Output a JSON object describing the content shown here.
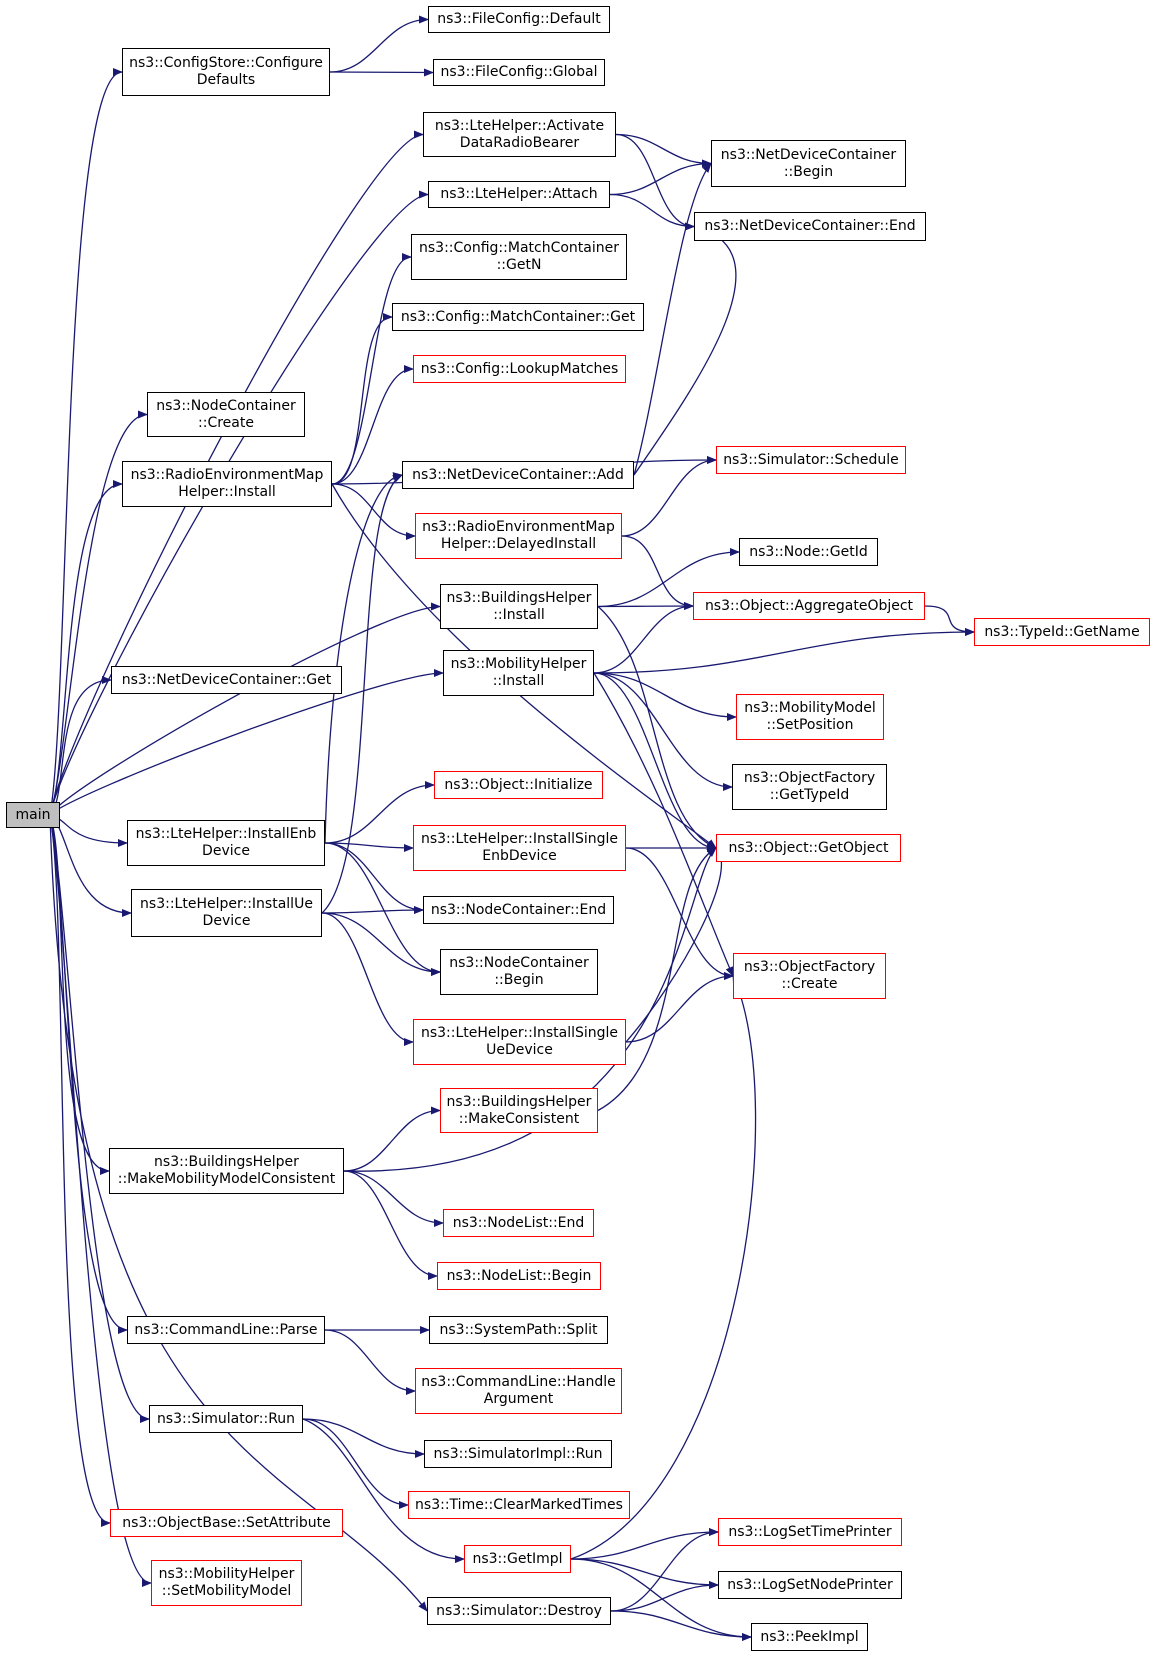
{
  "diagram": {
    "colors": {
      "edge": "#191970",
      "node_border": "#000000",
      "external_border": "#ff0000",
      "root_fill": "#bfbfbf"
    },
    "nodes": [
      {
        "id": "main",
        "lines": [
          "main"
        ],
        "kind": "root"
      },
      {
        "id": "cs_cfg",
        "lines": [
          "ns3::ConfigStore::Configure",
          "Defaults"
        ],
        "kind": "normal"
      },
      {
        "id": "fc_def",
        "lines": [
          "ns3::FileConfig::Default"
        ],
        "kind": "normal"
      },
      {
        "id": "fc_glob",
        "lines": [
          "ns3::FileConfig::Global"
        ],
        "kind": "normal"
      },
      {
        "id": "lte_adrb",
        "lines": [
          "ns3::LteHelper::Activate",
          "DataRadioBearer"
        ],
        "kind": "normal"
      },
      {
        "id": "ndc_begin",
        "lines": [
          "ns3::NetDeviceContainer",
          "::Begin"
        ],
        "kind": "normal"
      },
      {
        "id": "lte_attach",
        "lines": [
          "ns3::LteHelper::Attach"
        ],
        "kind": "normal"
      },
      {
        "id": "ndc_end",
        "lines": [
          "ns3::NetDeviceContainer::End"
        ],
        "kind": "normal"
      },
      {
        "id": "mc_getn",
        "lines": [
          "ns3::Config::MatchContainer",
          "::GetN"
        ],
        "kind": "normal"
      },
      {
        "id": "mc_get",
        "lines": [
          "ns3::Config::MatchContainer::Get"
        ],
        "kind": "normal"
      },
      {
        "id": "cfg_lookup",
        "lines": [
          "ns3::Config::LookupMatches"
        ],
        "kind": "external"
      },
      {
        "id": "nc_create",
        "lines": [
          "ns3::NodeContainer",
          "::Create"
        ],
        "kind": "normal"
      },
      {
        "id": "remh_install",
        "lines": [
          "ns3::RadioEnvironmentMap",
          "Helper::Install"
        ],
        "kind": "normal"
      },
      {
        "id": "ndc_add",
        "lines": [
          "ns3::NetDeviceContainer::Add"
        ],
        "kind": "normal"
      },
      {
        "id": "sim_sched",
        "lines": [
          "ns3::Simulator::Schedule"
        ],
        "kind": "external"
      },
      {
        "id": "remh_delayed",
        "lines": [
          "ns3::RadioEnvironmentMap",
          "Helper::DelayedInstall"
        ],
        "kind": "external"
      },
      {
        "id": "node_getid",
        "lines": [
          "ns3::Node::GetId"
        ],
        "kind": "normal"
      },
      {
        "id": "bh_install",
        "lines": [
          "ns3::BuildingsHelper",
          "::Install"
        ],
        "kind": "normal"
      },
      {
        "id": "obj_agg",
        "lines": [
          "ns3::Object::AggregateObject"
        ],
        "kind": "external"
      },
      {
        "id": "tid_getname",
        "lines": [
          "ns3::TypeId::GetName"
        ],
        "kind": "external"
      },
      {
        "id": "ndc_get",
        "lines": [
          "ns3::NetDeviceContainer::Get"
        ],
        "kind": "normal"
      },
      {
        "id": "mh_install",
        "lines": [
          "ns3::MobilityHelper",
          "::Install"
        ],
        "kind": "normal"
      },
      {
        "id": "mm_setpos",
        "lines": [
          "ns3::MobilityModel",
          "::SetPosition"
        ],
        "kind": "external"
      },
      {
        "id": "of_gettid",
        "lines": [
          "ns3::ObjectFactory",
          "::GetTypeId"
        ],
        "kind": "normal"
      },
      {
        "id": "obj_init",
        "lines": [
          "ns3::Object::Initialize"
        ],
        "kind": "external"
      },
      {
        "id": "lte_ienb",
        "lines": [
          "ns3::LteHelper::InstallEnb",
          "Device"
        ],
        "kind": "normal"
      },
      {
        "id": "lte_isenb",
        "lines": [
          "ns3::LteHelper::InstallSingle",
          "EnbDevice"
        ],
        "kind": "external"
      },
      {
        "id": "obj_getobj",
        "lines": [
          "ns3::Object::GetObject"
        ],
        "kind": "external"
      },
      {
        "id": "lte_iue",
        "lines": [
          "ns3::LteHelper::InstallUe",
          "Device"
        ],
        "kind": "normal"
      },
      {
        "id": "nc_end",
        "lines": [
          "ns3::NodeContainer::End"
        ],
        "kind": "normal"
      },
      {
        "id": "nc_begin",
        "lines": [
          "ns3::NodeContainer",
          "::Begin"
        ],
        "kind": "normal"
      },
      {
        "id": "of_create",
        "lines": [
          "ns3::ObjectFactory",
          "::Create"
        ],
        "kind": "external"
      },
      {
        "id": "lte_isue",
        "lines": [
          "ns3::LteHelper::InstallSingle",
          "UeDevice"
        ],
        "kind": "external"
      },
      {
        "id": "bh_makecons",
        "lines": [
          "ns3::BuildingsHelper",
          "::MakeConsistent"
        ],
        "kind": "external"
      },
      {
        "id": "bh_mmmc",
        "lines": [
          "ns3::BuildingsHelper",
          "::MakeMobilityModelConsistent"
        ],
        "kind": "normal"
      },
      {
        "id": "nl_end",
        "lines": [
          "ns3::NodeList::End"
        ],
        "kind": "external"
      },
      {
        "id": "nl_begin",
        "lines": [
          "ns3::NodeList::Begin"
        ],
        "kind": "external"
      },
      {
        "id": "cl_parse",
        "lines": [
          "ns3::CommandLine::Parse"
        ],
        "kind": "normal"
      },
      {
        "id": "sp_split",
        "lines": [
          "ns3::SystemPath::Split"
        ],
        "kind": "normal"
      },
      {
        "id": "cl_handle",
        "lines": [
          "ns3::CommandLine::Handle",
          "Argument"
        ],
        "kind": "external"
      },
      {
        "id": "sim_run",
        "lines": [
          "ns3::Simulator::Run"
        ],
        "kind": "normal"
      },
      {
        "id": "simimpl_run",
        "lines": [
          "ns3::SimulatorImpl::Run"
        ],
        "kind": "normal"
      },
      {
        "id": "time_clear",
        "lines": [
          "ns3::Time::ClearMarkedTimes"
        ],
        "kind": "external"
      },
      {
        "id": "ob_setattr",
        "lines": [
          "ns3::ObjectBase::SetAttribute"
        ],
        "kind": "external"
      },
      {
        "id": "getimpl",
        "lines": [
          "ns3::GetImpl"
        ],
        "kind": "external"
      },
      {
        "id": "log_time",
        "lines": [
          "ns3::LogSetTimePrinter"
        ],
        "kind": "external"
      },
      {
        "id": "mh_setmm",
        "lines": [
          "ns3::MobilityHelper",
          "::SetMobilityModel"
        ],
        "kind": "external"
      },
      {
        "id": "log_node",
        "lines": [
          "ns3::LogSetNodePrinter"
        ],
        "kind": "normal"
      },
      {
        "id": "sim_destroy",
        "lines": [
          "ns3::Simulator::Destroy"
        ],
        "kind": "normal"
      },
      {
        "id": "peekimpl",
        "lines": [
          "ns3::PeekImpl"
        ],
        "kind": "normal"
      }
    ],
    "edges": [
      [
        "main",
        "cs_cfg"
      ],
      [
        "main",
        "lte_adrb"
      ],
      [
        "main",
        "lte_attach"
      ],
      [
        "main",
        "nc_create"
      ],
      [
        "main",
        "remh_install"
      ],
      [
        "main",
        "ndc_get"
      ],
      [
        "main",
        "bh_install"
      ],
      [
        "main",
        "mh_install"
      ],
      [
        "main",
        "lte_ienb"
      ],
      [
        "main",
        "lte_iue"
      ],
      [
        "main",
        "bh_mmmc"
      ],
      [
        "main",
        "cl_parse"
      ],
      [
        "main",
        "sim_run"
      ],
      [
        "main",
        "ob_setattr"
      ],
      [
        "main",
        "mh_setmm"
      ],
      [
        "main",
        "sim_destroy"
      ],
      [
        "cs_cfg",
        "fc_def"
      ],
      [
        "cs_cfg",
        "fc_glob"
      ],
      [
        "lte_adrb",
        "ndc_begin"
      ],
      [
        "lte_adrb",
        "ndc_end"
      ],
      [
        "lte_attach",
        "ndc_begin"
      ],
      [
        "lte_attach",
        "ndc_end"
      ],
      [
        "remh_install",
        "mc_getn"
      ],
      [
        "remh_install",
        "mc_get"
      ],
      [
        "remh_install",
        "cfg_lookup"
      ],
      [
        "remh_install",
        "sim_sched"
      ],
      [
        "remh_install",
        "remh_delayed"
      ],
      [
        "remh_install",
        "obj_getobj"
      ],
      [
        "ndc_add",
        "ndc_begin"
      ],
      [
        "ndc_add",
        "ndc_end"
      ],
      [
        "remh_delayed",
        "sim_sched"
      ],
      [
        "remh_delayed",
        "obj_agg"
      ],
      [
        "bh_install",
        "node_getid"
      ],
      [
        "bh_install",
        "obj_agg"
      ],
      [
        "bh_install",
        "obj_getobj"
      ],
      [
        "obj_agg",
        "tid_getname"
      ],
      [
        "mh_install",
        "obj_agg"
      ],
      [
        "mh_install",
        "tid_getname"
      ],
      [
        "mh_install",
        "mm_setpos"
      ],
      [
        "mh_install",
        "of_gettid"
      ],
      [
        "mh_install",
        "obj_getobj"
      ],
      [
        "mh_install",
        "of_create"
      ],
      [
        "lte_ienb",
        "ndc_add"
      ],
      [
        "lte_ienb",
        "obj_init"
      ],
      [
        "lte_ienb",
        "lte_isenb"
      ],
      [
        "lte_ienb",
        "nc_end"
      ],
      [
        "lte_ienb",
        "nc_begin"
      ],
      [
        "lte_isenb",
        "obj_getobj"
      ],
      [
        "lte_isenb",
        "of_create"
      ],
      [
        "lte_iue",
        "ndc_add"
      ],
      [
        "lte_iue",
        "nc_end"
      ],
      [
        "lte_iue",
        "nc_begin"
      ],
      [
        "lte_iue",
        "lte_isue"
      ],
      [
        "lte_isue",
        "obj_getobj"
      ],
      [
        "lte_isue",
        "of_create"
      ],
      [
        "bh_makecons",
        "obj_getobj"
      ],
      [
        "bh_mmmc",
        "bh_makecons"
      ],
      [
        "bh_mmmc",
        "obj_getobj"
      ],
      [
        "bh_mmmc",
        "nl_end"
      ],
      [
        "bh_mmmc",
        "nl_begin"
      ],
      [
        "cl_parse",
        "sp_split"
      ],
      [
        "cl_parse",
        "cl_handle"
      ],
      [
        "sim_run",
        "simimpl_run"
      ],
      [
        "sim_run",
        "time_clear"
      ],
      [
        "sim_run",
        "getimpl"
      ],
      [
        "getimpl",
        "of_create"
      ],
      [
        "getimpl",
        "log_time"
      ],
      [
        "getimpl",
        "log_node"
      ],
      [
        "getimpl",
        "peekimpl"
      ],
      [
        "sim_destroy",
        "log_time"
      ],
      [
        "sim_destroy",
        "log_node"
      ],
      [
        "sim_destroy",
        "peekimpl"
      ]
    ]
  }
}
